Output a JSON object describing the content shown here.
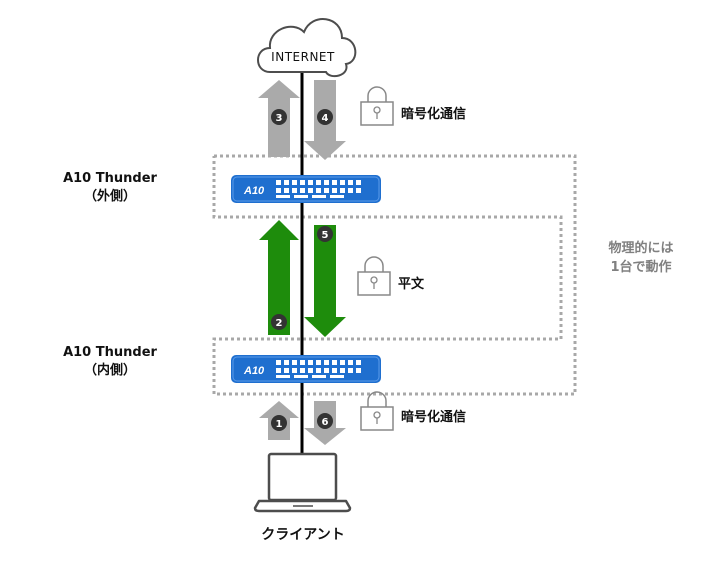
{
  "internet": {
    "label": "INTERNET"
  },
  "outer_device": {
    "name": "A10 Thunder",
    "role": "（外側）",
    "logo": "A10"
  },
  "inner_device": {
    "name": "A10 Thunder",
    "role": "（内側）",
    "logo": "A10"
  },
  "physical_note": {
    "line1": "物理的には",
    "line2": "1台で動作"
  },
  "segments": {
    "top": {
      "label": "暗号化通信",
      "steps": [
        "3",
        "4"
      ]
    },
    "middle": {
      "label": "平文",
      "steps": [
        "2",
        "5"
      ]
    },
    "bottom": {
      "label": "暗号化通信",
      "steps": [
        "1",
        "6"
      ]
    }
  },
  "client": {
    "label": "クライアント"
  },
  "colors": {
    "gray_arrow": "#aaaaaa",
    "green_arrow": "#1e8c0c",
    "device_blue": "#1f6fcf",
    "dashed_box": "#a8a8a8",
    "step_badge": "#333333"
  }
}
